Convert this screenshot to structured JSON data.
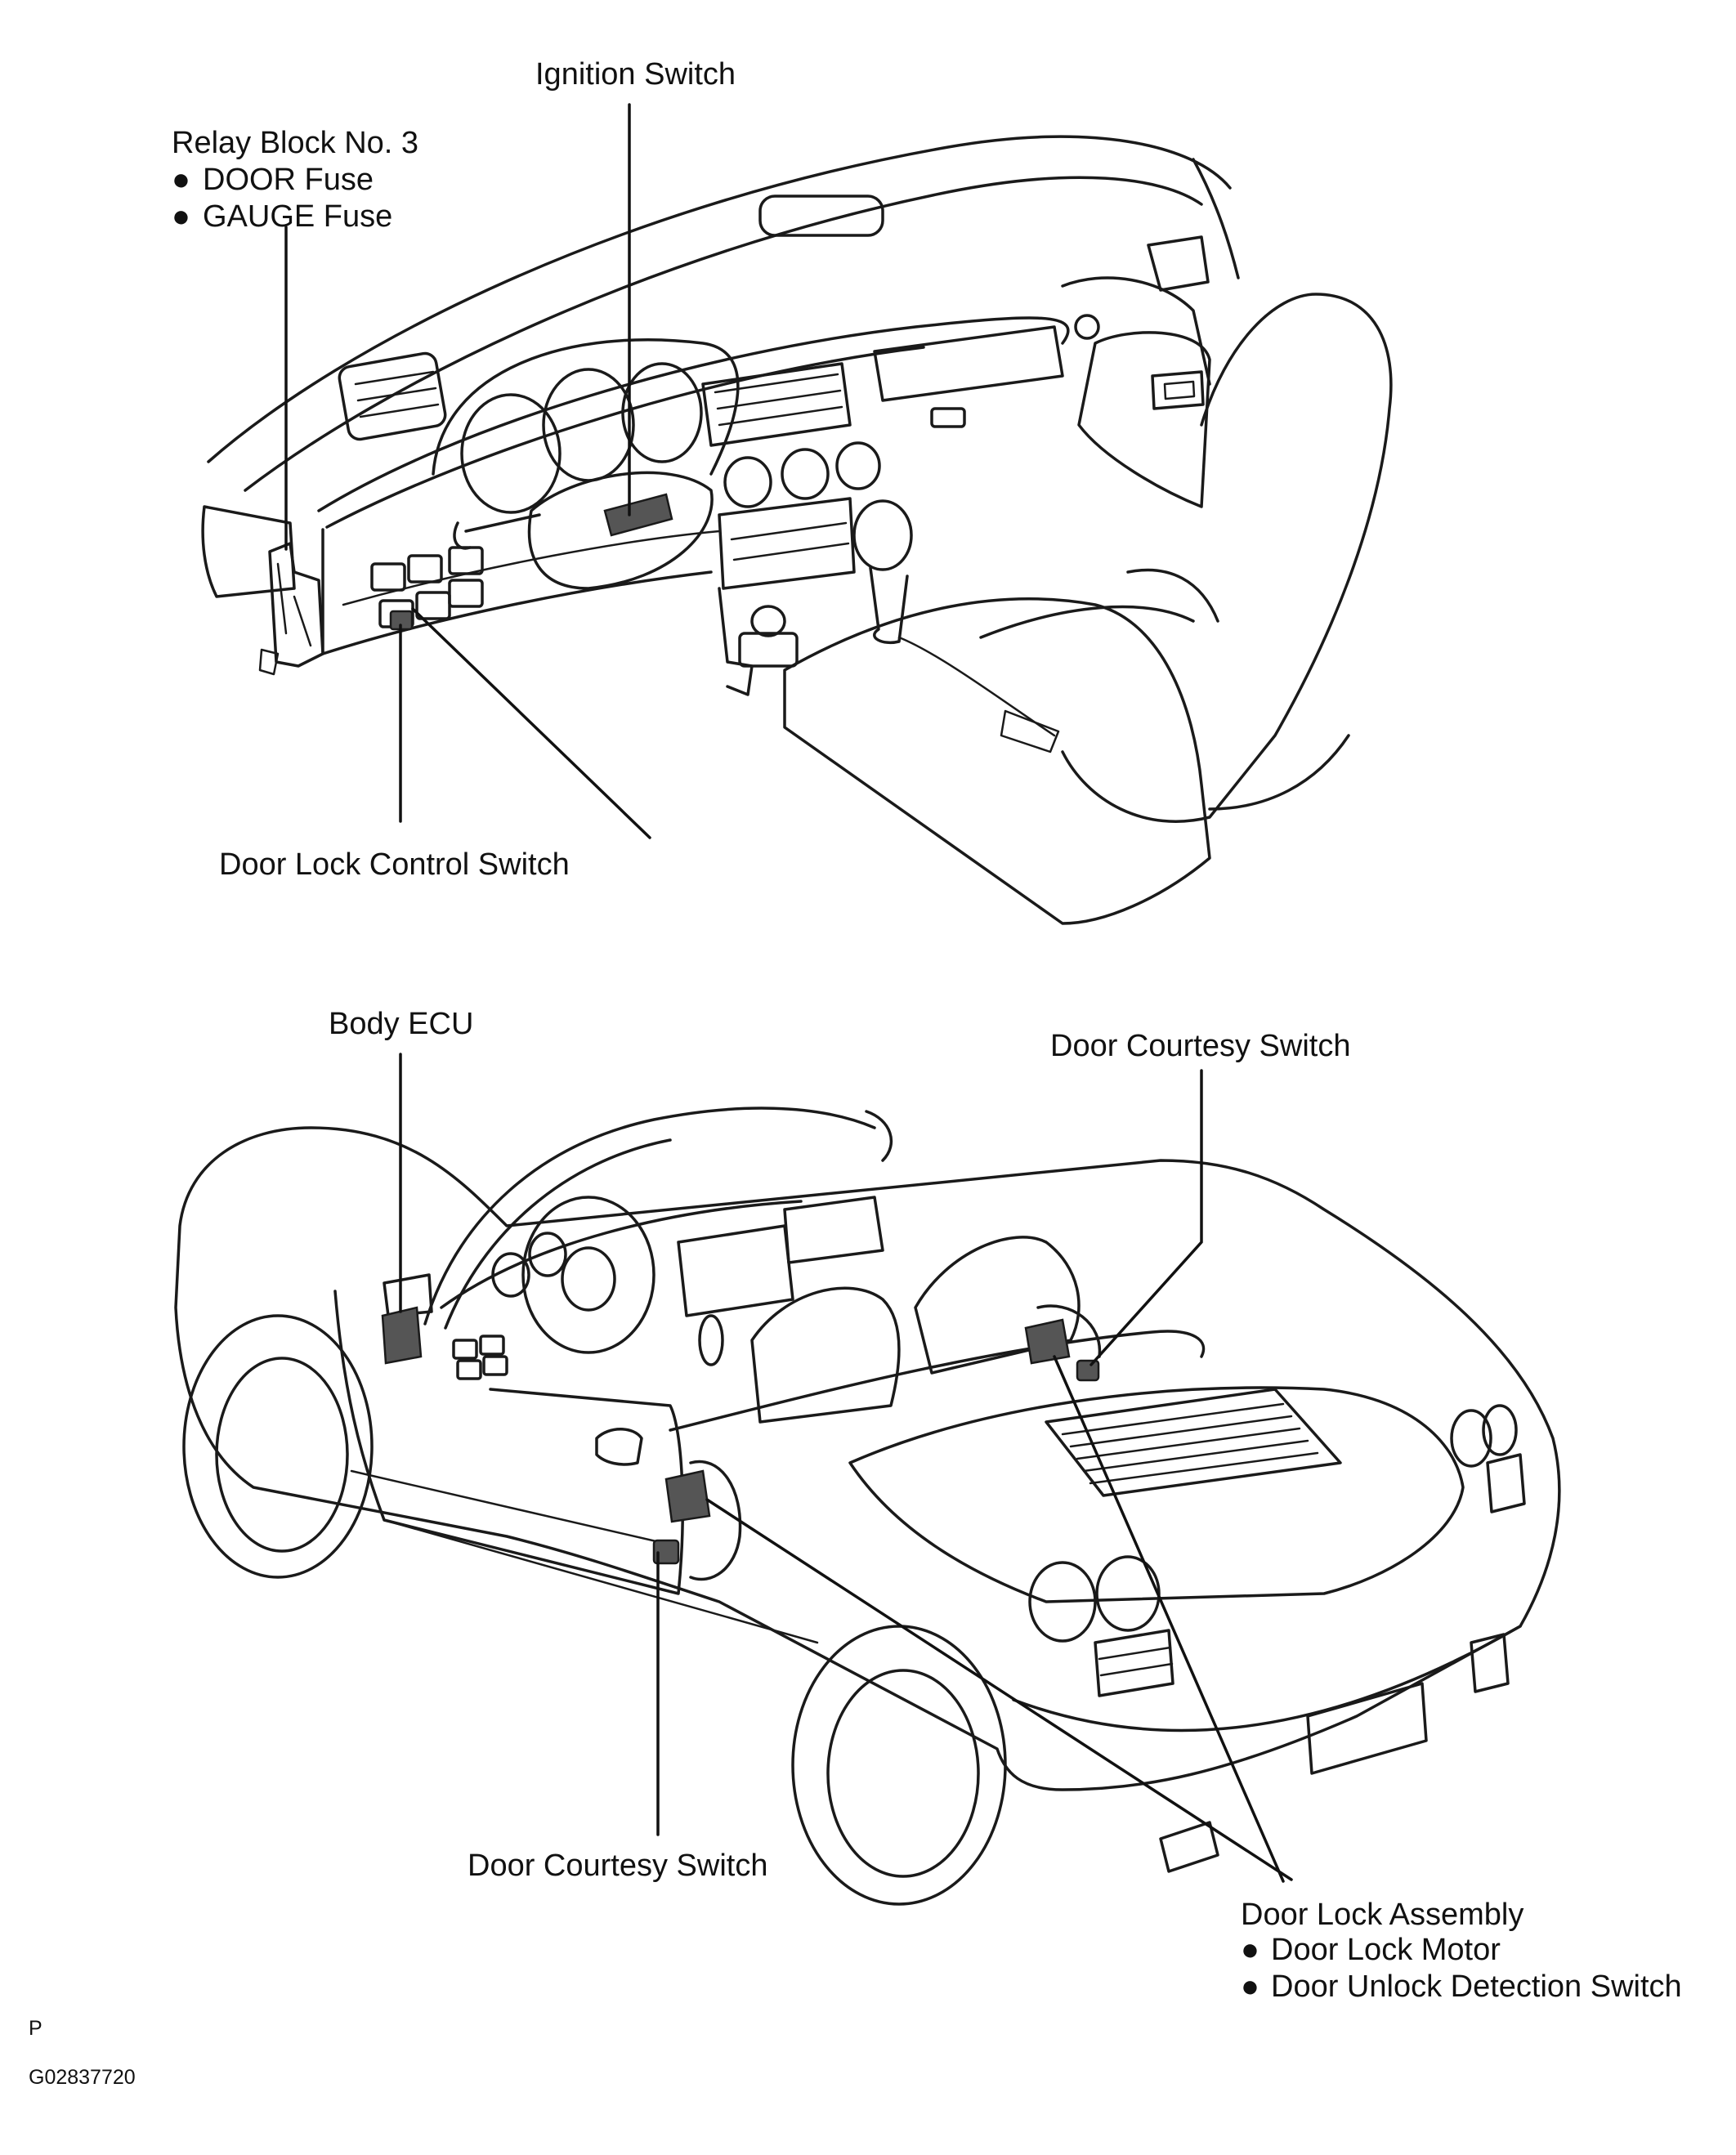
{
  "labels": {
    "ignition_switch": "Ignition Switch",
    "relay_block": {
      "title": "Relay Block No. 3",
      "items": [
        "DOOR Fuse",
        "GAUGE Fuse"
      ]
    },
    "door_lock_control_switch": "Door Lock Control Switch",
    "body_ecu": "Body ECU",
    "door_courtesy_switch_rear": "Door Courtesy Switch",
    "door_courtesy_switch_front": "Door Courtesy Switch",
    "door_lock_assembly": {
      "title": "Door Lock Assembly",
      "items": [
        "Door Lock Motor",
        "Door Unlock Detection Switch"
      ]
    }
  },
  "bullet_symbol": "●",
  "footer": {
    "letter": "P",
    "code": "G02837720"
  }
}
